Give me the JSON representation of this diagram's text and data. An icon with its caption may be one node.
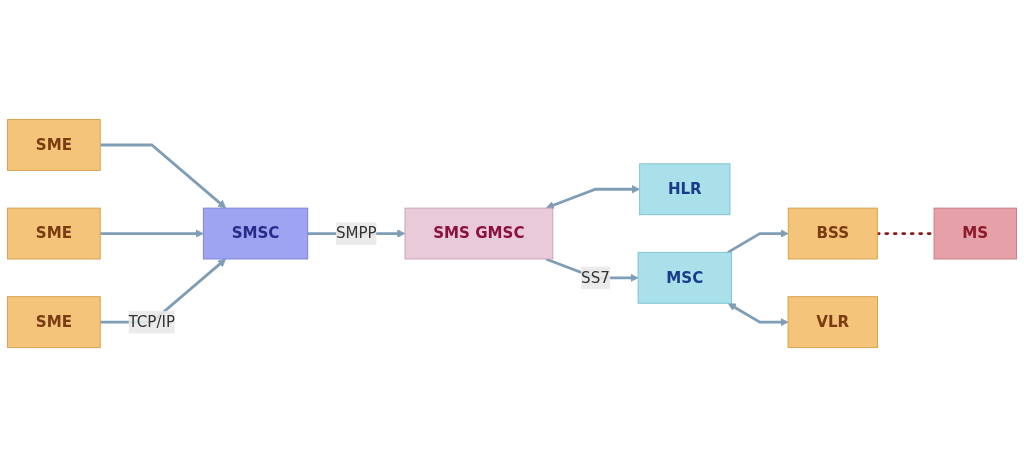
{
  "diagram": {
    "nodes": [
      {
        "text": [
          "SME"
        ]
      },
      {
        "text": [
          "SME"
        ]
      },
      {
        "text": [
          "SME"
        ]
      },
      {
        "text": [
          "SMSC"
        ]
      },
      {
        "text": [
          "HLR"
        ]
      },
      {
        "text": [
          "SMS GMSC"
        ]
      },
      {
        "text": [
          "MSC"
        ]
      },
      {
        "text": [
          "MS"
        ]
      },
      {
        "text": [
          "BSS"
        ]
      },
      {
        "text": [
          "VLR"
        ]
      }
    ],
    "edges": [
      {
        "from": 0,
        "to": 3,
        "arrow": "to"
      },
      {
        "from": 1,
        "to": 3,
        "arrow": "to"
      },
      {
        "from": 2,
        "to": 3,
        "arrow": "to",
        "label": "TCP/IP"
      },
      {
        "from": 3,
        "to": 5,
        "arrow": "to",
        "label": "SMPP"
      },
      {
        "from": 5,
        "to": 4,
        "arrow": "both"
      },
      {
        "from": 5,
        "to": 6,
        "arrow": "to",
        "label": "SS7"
      },
      {
        "from": 6,
        "to": 8,
        "arrow": "to"
      },
      {
        "from": 8,
        "to": 7,
        "arrow": "none",
        "style": "dashed",
        "color": "#8b1a1a"
      },
      {
        "from": 6,
        "to": 9,
        "arrow": "both"
      }
    ]
  }
}
